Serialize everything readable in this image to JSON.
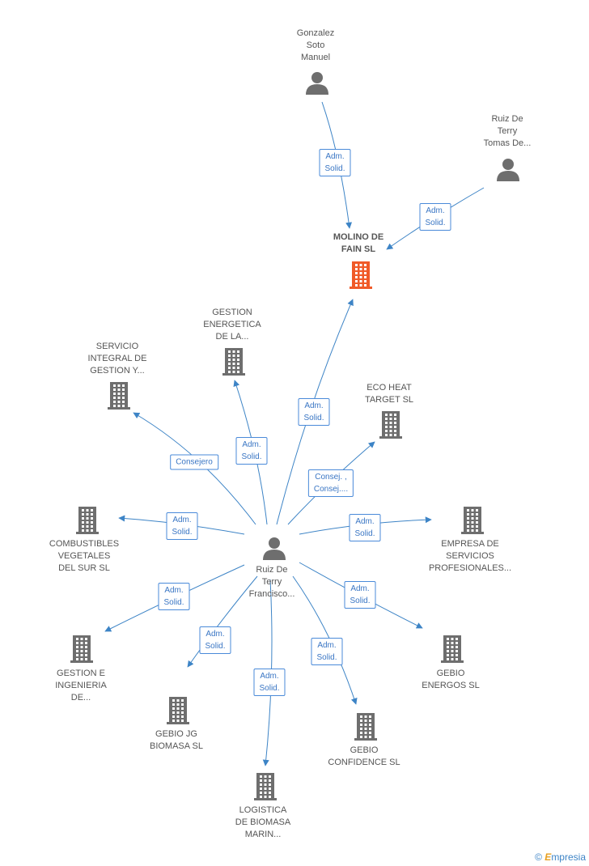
{
  "nodes": [
    {
      "id": "molino",
      "label": "MOLINO DE\nFAIN SL",
      "kind": "company",
      "main": true
    },
    {
      "id": "gonzalez",
      "label": "Gonzalez\nSoto\nManuel",
      "kind": "person"
    },
    {
      "id": "ruiztomas",
      "label": "Ruiz De\nTerry\nTomas De...",
      "kind": "person"
    },
    {
      "id": "ruizfco",
      "label": "Ruiz De\nTerry\nFrancisco...",
      "kind": "person"
    },
    {
      "id": "gestion_en",
      "label": "GESTION\nENERGETICA\nDE LA...",
      "kind": "company"
    },
    {
      "id": "servicio",
      "label": "SERVICIO\nINTEGRAL DE\nGESTION Y...",
      "kind": "company"
    },
    {
      "id": "ecoheat",
      "label": "ECO HEAT\nTARGET SL",
      "kind": "company"
    },
    {
      "id": "combustibles",
      "label": "COMBUSTIBLES\nVEGETALES\nDEL SUR SL",
      "kind": "company"
    },
    {
      "id": "empresa",
      "label": "EMPRESA DE\nSERVICIOS\nPROFESIONALES...",
      "kind": "company"
    },
    {
      "id": "gestion_ing",
      "label": "GESTION E\nINGENIERIA\nDE...",
      "kind": "company"
    },
    {
      "id": "gebioenergos",
      "label": "GEBIO\nENERGOS SL",
      "kind": "company"
    },
    {
      "id": "gebiojg",
      "label": "GEBIO JG\nBIOMASA SL",
      "kind": "company"
    },
    {
      "id": "gebioconf",
      "label": "GEBIO\nCONFIDENCE SL",
      "kind": "company"
    },
    {
      "id": "logistica",
      "label": "LOGISTICA\nDE BIOMASA\nMARIN...",
      "kind": "company"
    }
  ],
  "edges": [
    {
      "from": "gonzalez",
      "to": "molino",
      "label": "Adm.\nSolid."
    },
    {
      "from": "ruiztomas",
      "to": "molino",
      "label": "Adm.\nSolid."
    },
    {
      "from": "ruizfco",
      "to": "molino",
      "label": "Adm.\nSolid."
    },
    {
      "from": "ruizfco",
      "to": "gestion_en",
      "label": "Adm.\nSolid."
    },
    {
      "from": "ruizfco",
      "to": "servicio",
      "label": "Consejero"
    },
    {
      "from": "ruizfco",
      "to": "ecoheat",
      "label": "Consej. ,\nConsej...."
    },
    {
      "from": "ruizfco",
      "to": "combustibles",
      "label": "Adm.\nSolid."
    },
    {
      "from": "ruizfco",
      "to": "empresa",
      "label": "Adm.\nSolid."
    },
    {
      "from": "ruizfco",
      "to": "gestion_ing",
      "label": "Adm.\nSolid."
    },
    {
      "from": "ruizfco",
      "to": "gebioenergos",
      "label": "Adm.\nSolid."
    },
    {
      "from": "ruizfco",
      "to": "gebiojg",
      "label": "Adm.\nSolid."
    },
    {
      "from": "ruizfco",
      "to": "gebioconf",
      "label": "Adm.\nSolid."
    },
    {
      "from": "ruizfco",
      "to": "logistica",
      "label": "Adm.\nSolid."
    }
  ],
  "colors": {
    "edge": "#3d84c6",
    "icon": "#6e6e6e",
    "main_icon": "#f05a28",
    "edge_label": "#3a76c4"
  },
  "footer": {
    "copyright": "©",
    "brand_initial": "E",
    "brand_rest": "mpresia"
  }
}
